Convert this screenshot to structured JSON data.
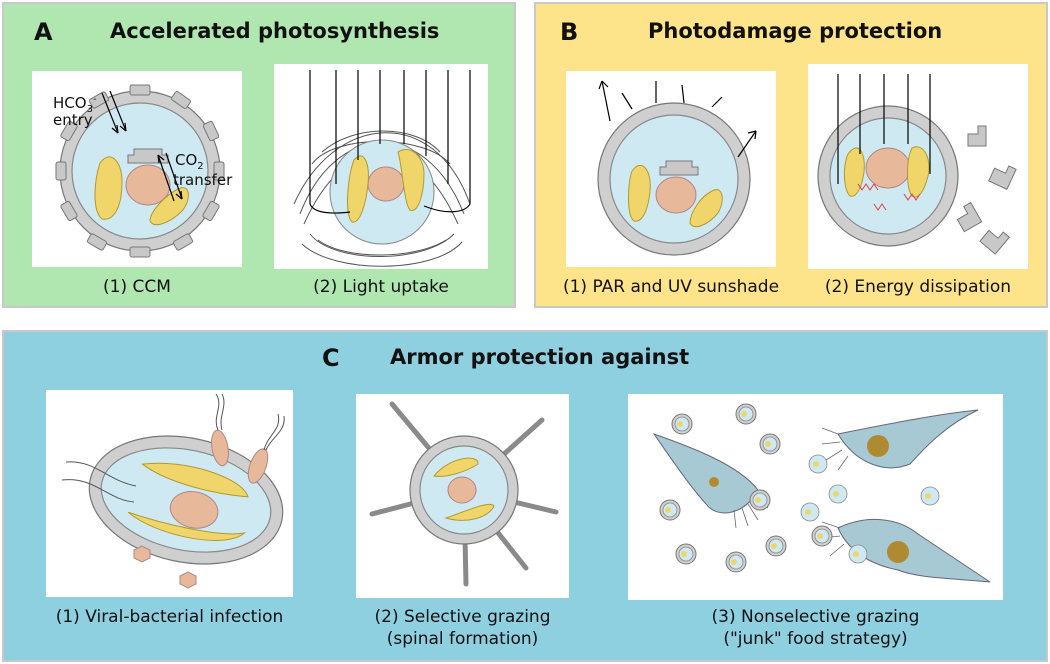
{
  "panel_a": {
    "letter": "A",
    "title": "Accelerated photosynthesis",
    "fig1": {
      "caption": "(1) CCM",
      "label_hco3": "HCO",
      "label_hco3_sub": "3",
      "label_hco3_sup": "-",
      "label_entry": "entry",
      "label_co2": "CO",
      "label_co2_sub": "2",
      "label_transfer": "transfer"
    },
    "fig2": {
      "caption": "(2) Light uptake"
    }
  },
  "panel_b": {
    "letter": "B",
    "title": "Photodamage protection",
    "fig1": {
      "caption": "(1) PAR and UV sunshade"
    },
    "fig2": {
      "caption": "(2) Energy dissipation"
    }
  },
  "panel_c": {
    "letter": "C",
    "title": "Armor protection against",
    "fig1": {
      "caption": "(1) Viral-bacterial infection"
    },
    "fig2": {
      "caption_line1": "(2) Selective grazing",
      "caption_line2": "(spinal formation)"
    },
    "fig3": {
      "caption_line1": "(3) Nonselective grazing",
      "caption_line2": "(\"junk\" food strategy)"
    }
  },
  "colors": {
    "panel_a_bg": "#b0e6b0",
    "panel_b_bg": "#fde38a",
    "panel_c_bg": "#8ecfe0",
    "cytoplasm": "#cfe9f3",
    "nucleus": "#e8b89a",
    "chloroplast": "#f0d66a",
    "armor": "#c8c8c8"
  }
}
